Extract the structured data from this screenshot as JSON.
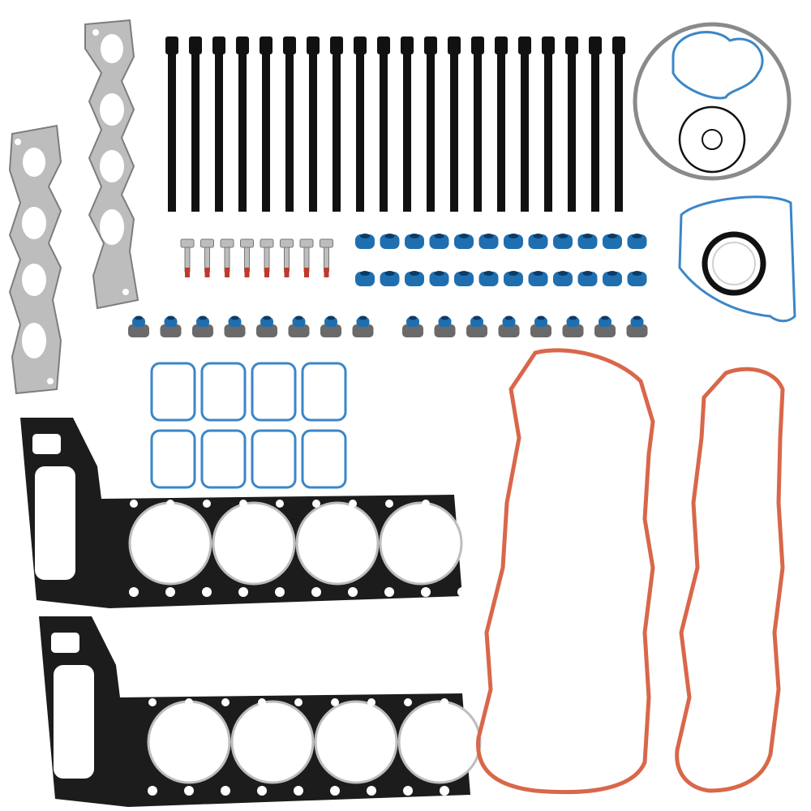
{
  "photo": {
    "background": "#ffffff",
    "colors": {
      "exhaust_gasket": "#b9b9b9",
      "exhaust_gasket_edge": "#7d7d7d",
      "head_bolt": "#111111",
      "small_bolt": "#bdbdbd",
      "small_bolt_tip": "#c0392b",
      "valve_seal_blue": "#1f6fb0",
      "valve_seal_grey": "#6a6a6a",
      "intake_gasket": "#3b86c8",
      "cover_gasket": "#d9674a",
      "head_gasket": "#1c1c1c",
      "timing_ring": "#909090"
    },
    "counts": {
      "exhaust_gaskets": 2,
      "head_bolts": 20,
      "small_bolts": 8,
      "valve_seals_blue": 24,
      "valve_seals_grey": 16,
      "intake_gaskets": 8,
      "head_gaskets": 2,
      "valve_cover_gaskets": 2
    }
  }
}
